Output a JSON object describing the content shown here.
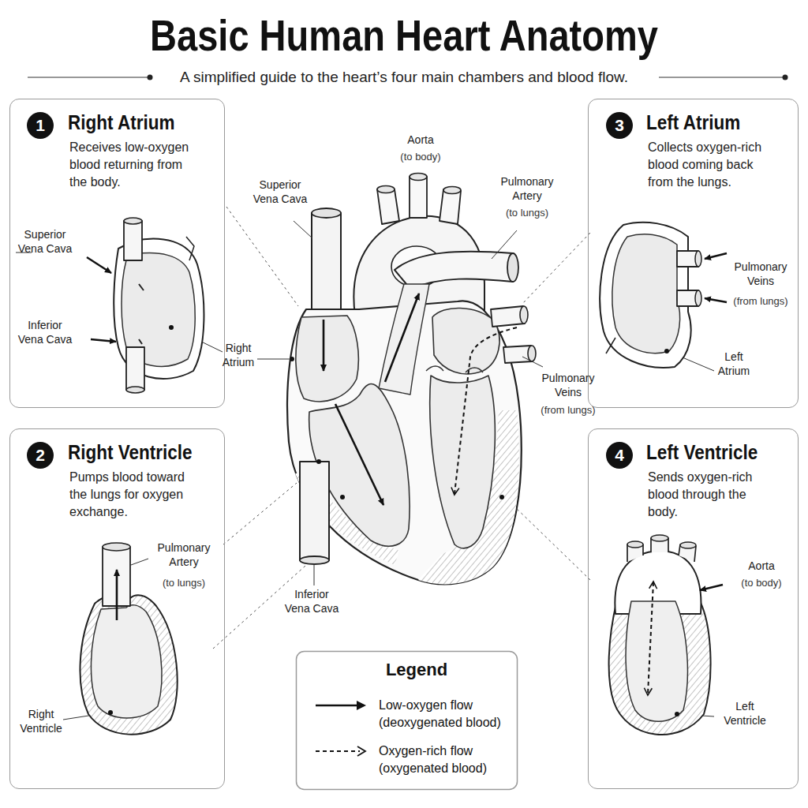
{
  "diagram": {
    "title": "Basic Human Heart Anatomy",
    "caption": "A simplified guide to the heart’s four main chambers and blood flow.",
    "nodes": [
      {
        "text": [
          "Right Atrium",
          "Receives low-oxygen blood returning from the body."
        ]
      },
      {
        "text": [
          "1"
        ],
        "in": 0
      },
      {
        "text": [
          "Right Ventricle",
          "Pumps blood toward the lungs for oxygen exchange."
        ]
      },
      {
        "text": [
          "2"
        ],
        "in": 2
      },
      {
        "text": [
          "Left Atrium",
          "Collects oxygen-rich blood coming back from the lungs."
        ]
      },
      {
        "text": [
          "3"
        ],
        "in": 4
      },
      {
        "text": [
          "Left Ventricle",
          "Sends oxygen-rich blood through the body."
        ]
      },
      {
        "text": [
          "4"
        ],
        "in": 6
      }
    ],
    "labels": [
      "Superior Vena Cava",
      "Inferior Vena Cava",
      "Right Atrium",
      "Superior Vena Cava",
      "Aorta",
      "(to body)",
      "Pulmonary Artery",
      "(to lungs)",
      "Pulmonary Veins",
      "(from lungs)",
      "Inferior Vena Cava",
      "Pulmonary Artery",
      "(to lungs)",
      "Right Ventricle",
      "Pulmonary Veins",
      "(from lungs)",
      "Left Atrium",
      "Aorta",
      "(to body)",
      "Left Ventricle",
      "Legend"
    ],
    "legend": [
      {
        "text": "Low-oxygen flow (deoxygenated blood)"
      },
      {
        "text": "Oxygen-rich flow (oxygenated blood)"
      }
    ]
  }
}
